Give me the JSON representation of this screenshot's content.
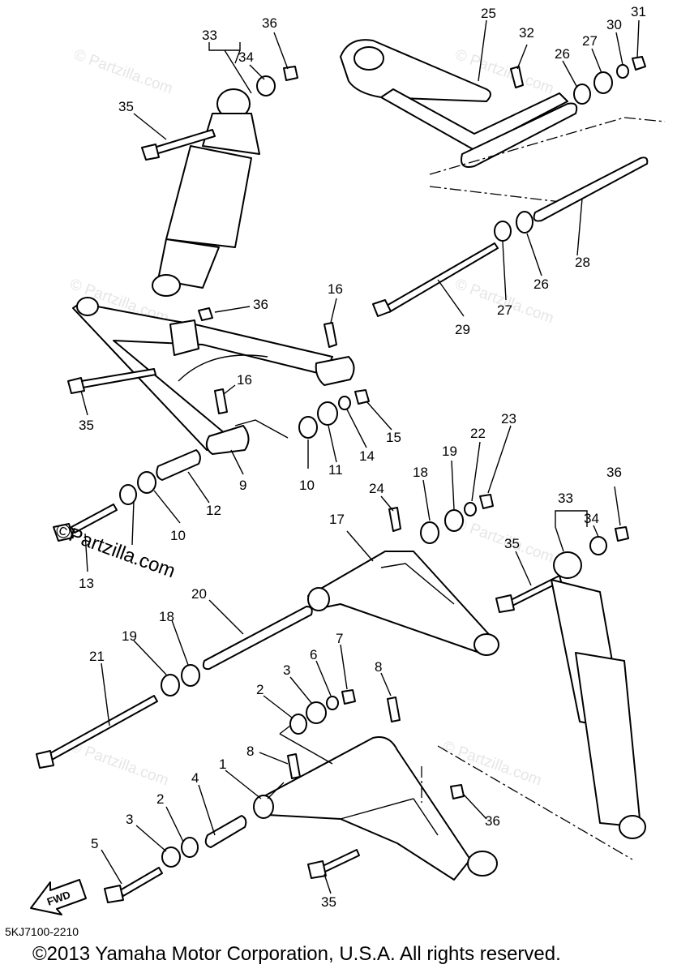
{
  "diagram": {
    "code": "5KJ7100-2210",
    "copyright": "©2013 Yamaha Motor Corporation, U.S.A. All rights reserved.",
    "watermark": "©Partzilla.com",
    "watermark_faint": "© Partzilla.com",
    "fwd_label": "FWD"
  },
  "callouts": {
    "c1": "1",
    "c2a": "2",
    "c2b": "2",
    "c3a": "3",
    "c3b": "3",
    "c4": "4",
    "c5": "5",
    "c6": "6",
    "c7": "7",
    "c8a": "8",
    "c8b": "8",
    "c9": "9",
    "c10a": "10",
    "c10b": "10",
    "c11": "11",
    "c12": "12",
    "c13": "13",
    "c14": "14",
    "c15": "15",
    "c16a": "16",
    "c16b": "16",
    "c17": "17",
    "c18a": "18",
    "c18b": "18",
    "c19a": "19",
    "c19b": "19",
    "c20": "20",
    "c21": "21",
    "c22": "22",
    "c23": "23",
    "c24": "24",
    "c25": "25",
    "c26a": "26",
    "c26b": "26",
    "c27a": "27",
    "c27b": "27",
    "c28": "28",
    "c29": "29",
    "c30": "30",
    "c31": "31",
    "c32": "32",
    "c33a": "33",
    "c33b": "33",
    "c34a": "34",
    "c34b": "34",
    "c35a": "35",
    "c35b": "35",
    "c35c": "35",
    "c35d": "35",
    "c36a": "36",
    "c36b": "36",
    "c36c": "36",
    "c36d": "36"
  }
}
